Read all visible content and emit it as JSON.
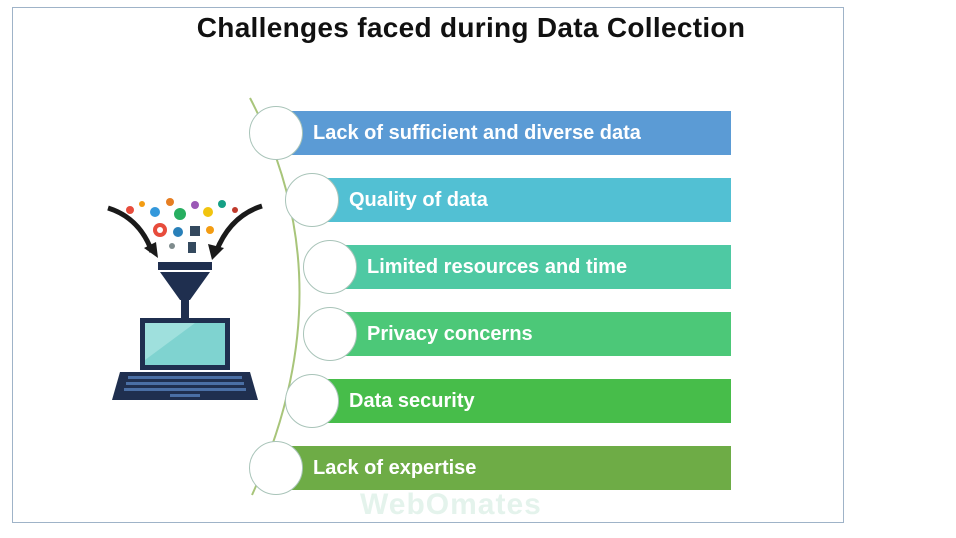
{
  "title": "Challenges faced during Data Collection",
  "items": [
    {
      "label": "Lack of sufficient and diverse data",
      "color": "#5b9bd5"
    },
    {
      "label": "Quality of data",
      "color": "#52c0d3"
    },
    {
      "label": "Limited resources and time",
      "color": "#4ec9a3"
    },
    {
      "label": "Privacy concerns",
      "color": "#4cc878"
    },
    {
      "label": "Data security",
      "color": "#47bd4a"
    },
    {
      "label": "Lack of expertise",
      "color": "#6eac46"
    }
  ],
  "watermark": "WebOmates",
  "illustration": {
    "icon": "data-funnel-laptop-icon",
    "colors": {
      "funnel": "#1f2f4f",
      "screen": "#7fd3d0",
      "arrows": "#1a1a1a"
    }
  }
}
